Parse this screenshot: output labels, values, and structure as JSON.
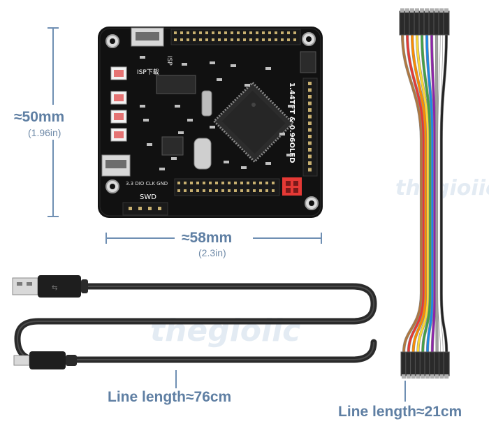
{
  "dimensions": {
    "height_mm": "≈50mm",
    "height_in": "(1.96in)",
    "width_mm": "≈58mm",
    "width_in": "(2.3in)"
  },
  "usb_cable": {
    "length_label": "Line length≈76cm"
  },
  "jumper_wires": {
    "length_label": "Line length≈21cm",
    "wire_colors": [
      "#b07840",
      "#e53935",
      "#fb8c00",
      "#fdd835",
      "#43a047",
      "#1e88e5",
      "#8e24aa",
      "#9e9e9e",
      "#ffffff",
      "#222222"
    ]
  },
  "board": {
    "silkscreen_isp": "ISP",
    "silkscreen_swd": "SWD",
    "silkscreen_swd_pins": "3.3 DIO CLK GND",
    "silkscreen_tft": "1.44TFT & 0.96OLED",
    "silkscreen_isp_label": "ISP下载"
  },
  "watermark": {
    "text": "thegioiic"
  },
  "colors": {
    "dimension_line": "#6f8fb3",
    "label_text": "#5f7fa3",
    "pcb": "#111111",
    "button": "#e57373",
    "connector_red": "#e53935"
  }
}
